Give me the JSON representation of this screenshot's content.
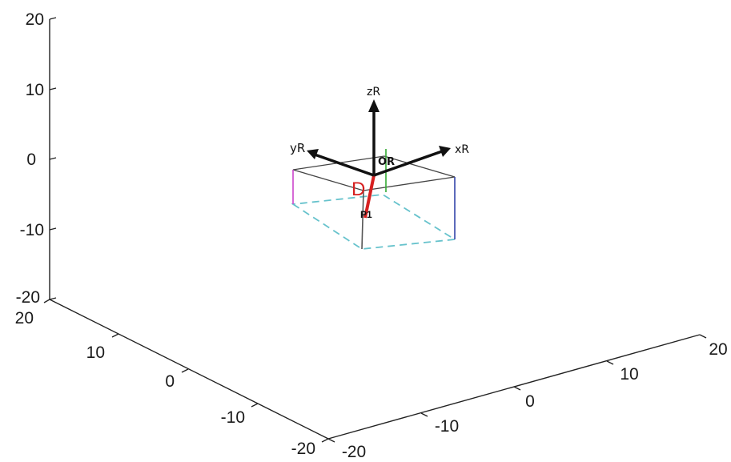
{
  "axes": {
    "z_ticks": [
      "20",
      "10",
      "0",
      "-10",
      "-20"
    ],
    "left_ticks": [
      "20",
      "10",
      "0",
      "-10",
      "-20"
    ],
    "right_ticks": [
      "-20",
      "-10",
      "0",
      "10",
      "20"
    ]
  },
  "frame": {
    "x_label": "xR",
    "y_label": "yR",
    "z_label": "zR",
    "origin_label": "OR"
  },
  "annotations": {
    "vector_label": "D",
    "point_label": "P1"
  },
  "colors": {
    "axes": "#222222",
    "box_edges": "#444444",
    "dashed_edges": "#66c2cc",
    "vector": "#d62020",
    "left_pillar": "#cc44cc",
    "right_pillar": "#3344aa",
    "center_pillar": "#33aa33",
    "frame_arrows": "#111111"
  }
}
